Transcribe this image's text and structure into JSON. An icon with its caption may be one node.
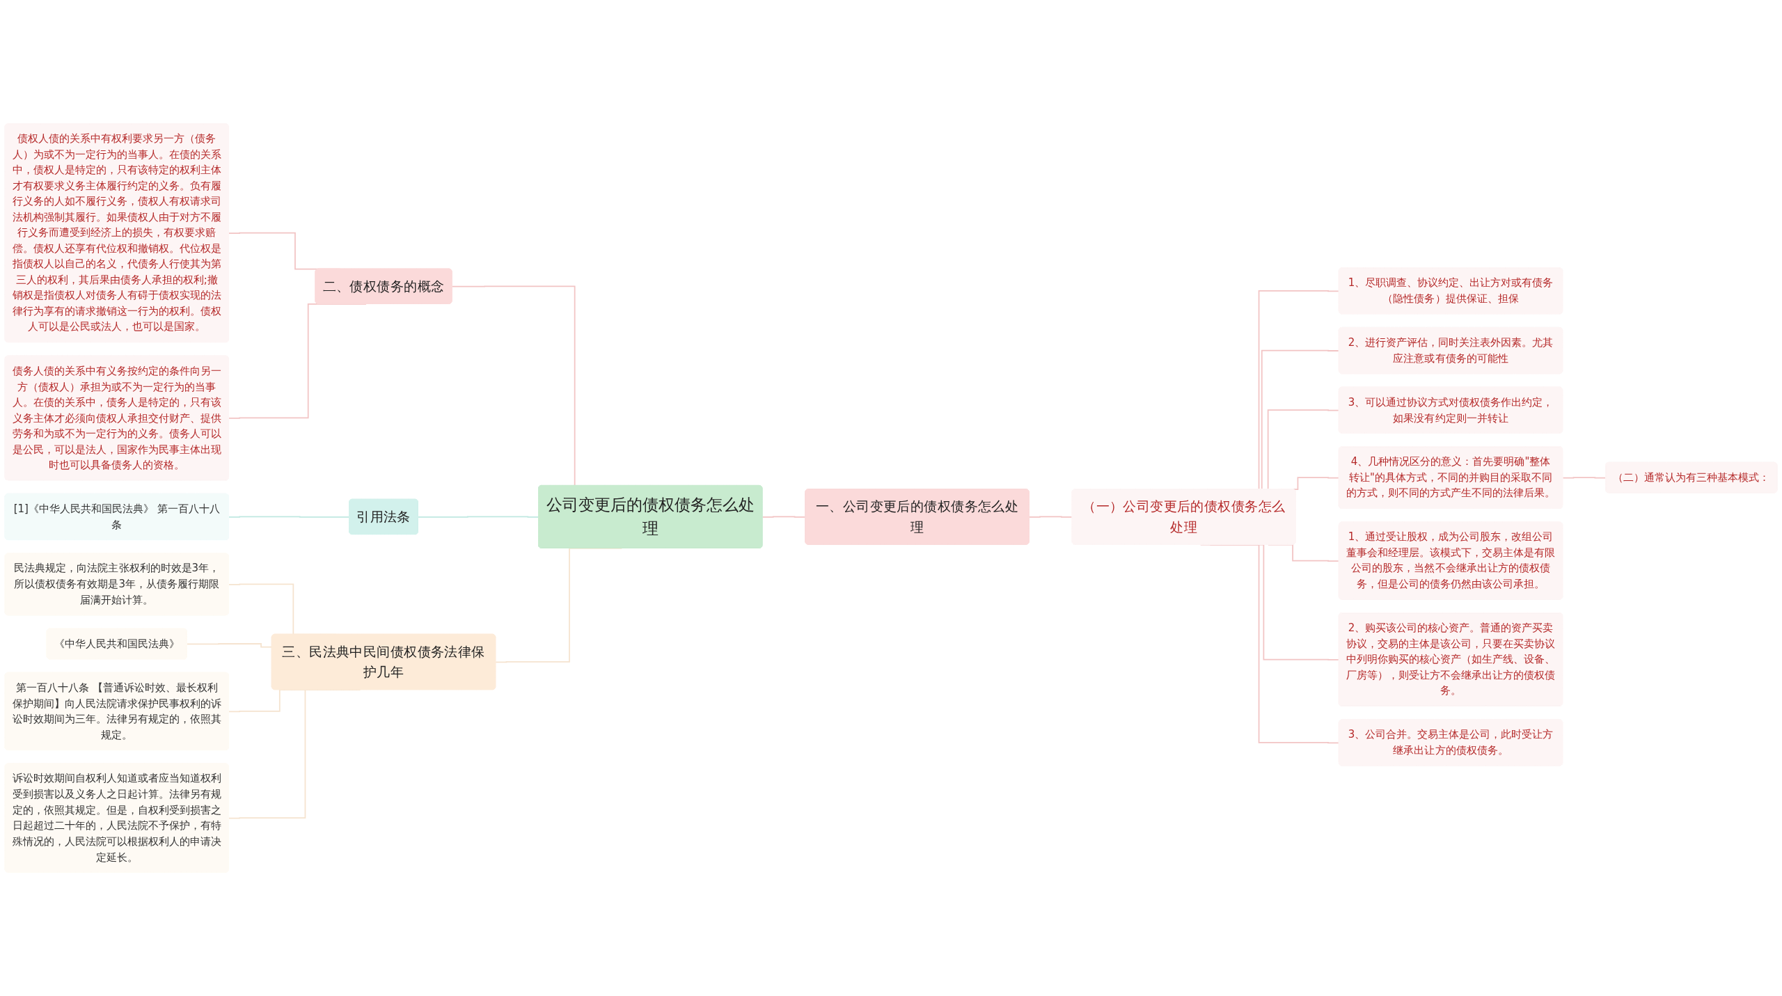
{
  "diagram": {
    "nodes": [
      {
        "text": [
          "公司变更后的债权债务怎么处理"
        ]
      },
      {
        "text": [
          "一、公司变更后的债权债务怎么处理"
        ]
      },
      {
        "text": [
          "（一）公司变更后的债权债务怎么处理"
        ]
      },
      {
        "text": [
          "1、尽职调查、协议约定、出让方对或有债务（隐性债务）提供保证、担保"
        ]
      },
      {
        "text": [
          "2、进行资产评估，同时关注表外因素。尤其应注意或有债务的可能性"
        ]
      },
      {
        "text": [
          "3、可以通过协议方式对债权债务作出约定，如果没有约定则一并转让"
        ]
      },
      {
        "text": [
          "4、几种情况区分的意义：首先要明确\"整体转让\"的具体方式，不同的并购目的采取不同的方式，则不同的方式产生不同的法律后果。"
        ]
      },
      {
        "text": [
          "（二）通常认为有三种基本模式："
        ]
      },
      {
        "text": [
          "1、通过受让股权，成为公司股东，改组公司董事会和经理层。该模式下，交易主体是有限公司的股东，当然不会继承出让方的债权债务，但是公司的债务仍然由该公司承担。"
        ]
      },
      {
        "text": [
          "2、购买该公司的核心资产。普通的资产买卖协议，交易的主体是该公司，只要在买卖协议中列明你购买的核心资产（如生产线、设备、厂房等），则受让方不会继承出让方的债权债务。"
        ]
      },
      {
        "text": [
          "3、公司合并。交易主体是公司，此时受让方继承出让方的债权债务。"
        ]
      },
      {
        "text": [
          "二、债权债务的概念"
        ]
      },
      {
        "text": [
          "债权人债的关系中有权利要求另一方（债务人）为或不为一定行为的当事人。在债的关系中，债权人是特定的，只有该特定的权利主体才有权要求义务主体履行约定的义务。负有履行义务的人如不履行义务，债权人有权请求司法机构强制其履行。如果债权人由于对方不履行义务而遭受到经济上的损失，有权要求赔偿。债权人还享有代位权和撤销权。代位权是指债权人以自己的名义，代债务人行使其为第三人的权利，其后果由债务人承担的权利;撤销权是指债权人对债务人有碍于债权实现的法律行为享有的请求撤销这一行为的权利。债权人可以是公民或法人，也可以是国家。"
        ]
      },
      {
        "text": [
          "债务人债的关系中有义务按约定的条件向另一方（债权人）承担为或不为一定行为的当事人。在债的关系中，债务人是特定的，只有该义务主体才必须向债权人承担交付财产、提供劳务和为或不为一定行为的义务。债务人可以是公民，可以是法人，国家作为民事主体出现时也可以具备债务人的资格。"
        ]
      },
      {
        "text": [
          "引用法条"
        ]
      },
      {
        "text": [
          "[1]《中华人民共和国民法典》 第一百八十八条"
        ]
      },
      {
        "text": [
          "三、民法典中民间债权债务法律保护几年"
        ]
      },
      {
        "text": [
          "民法典规定，向法院主张权利的时效是3年，所以债权债务有效期是3年，从债务履行期限届满开始计算。"
        ]
      },
      {
        "text": [
          "《中华人民共和国民法典》"
        ]
      },
      {
        "text": [
          "第一百八十八条 【普通诉讼时效、最长权利保护期间】向人民法院请求保护民事权利的诉讼时效期间为三年。法律另有规定的，依照其规定。"
        ]
      },
      {
        "text": [
          "诉讼时效期间自权利人知道或者应当知道权利受到损害以及义务人之日起计算。法律另有规定的，依照其规定。但是，自权利受到损害之日起超过二十年的，人民法院不予保护，有特殊情况的，人民法院可以根据权利人的申请决定延长。"
        ]
      }
    ],
    "edges": [
      {
        "from": 0,
        "to": 1,
        "arrow": "none"
      },
      {
        "from": 1,
        "to": 2,
        "arrow": "none"
      },
      {
        "from": 2,
        "to": 3,
        "arrow": "none"
      },
      {
        "from": 2,
        "to": 4,
        "arrow": "none"
      },
      {
        "from": 2,
        "to": 5,
        "arrow": "none"
      },
      {
        "from": 2,
        "to": 6,
        "arrow": "none"
      },
      {
        "from": 6,
        "to": 7,
        "arrow": "none"
      },
      {
        "from": 2,
        "to": 8,
        "arrow": "none"
      },
      {
        "from": 2,
        "to": 9,
        "arrow": "none"
      },
      {
        "from": 2,
        "to": 10,
        "arrow": "none"
      },
      {
        "from": 11,
        "to": 0,
        "arrow": "none"
      },
      {
        "from": 12,
        "to": 11,
        "arrow": "none"
      },
      {
        "from": 13,
        "to": 11,
        "arrow": "none"
      },
      {
        "from": 14,
        "to": 0,
        "arrow": "none",
        "color": "#bfe8e1"
      },
      {
        "from": 15,
        "to": 14,
        "arrow": "none",
        "color": "#bfe8e1"
      },
      {
        "from": 16,
        "to": 0,
        "arrow": "none",
        "color": "#f5e3cf"
      },
      {
        "from": 17,
        "to": 16,
        "arrow": "none",
        "color": "#f5e3cf"
      },
      {
        "from": 18,
        "to": 16,
        "arrow": "none",
        "color": "#f5e3cf"
      },
      {
        "from": 19,
        "to": 16,
        "arrow": "none",
        "color": "#f5e3cf"
      },
      {
        "from": 20,
        "to": 16,
        "arrow": "none",
        "color": "#f5e3cf"
      }
    ]
  }
}
